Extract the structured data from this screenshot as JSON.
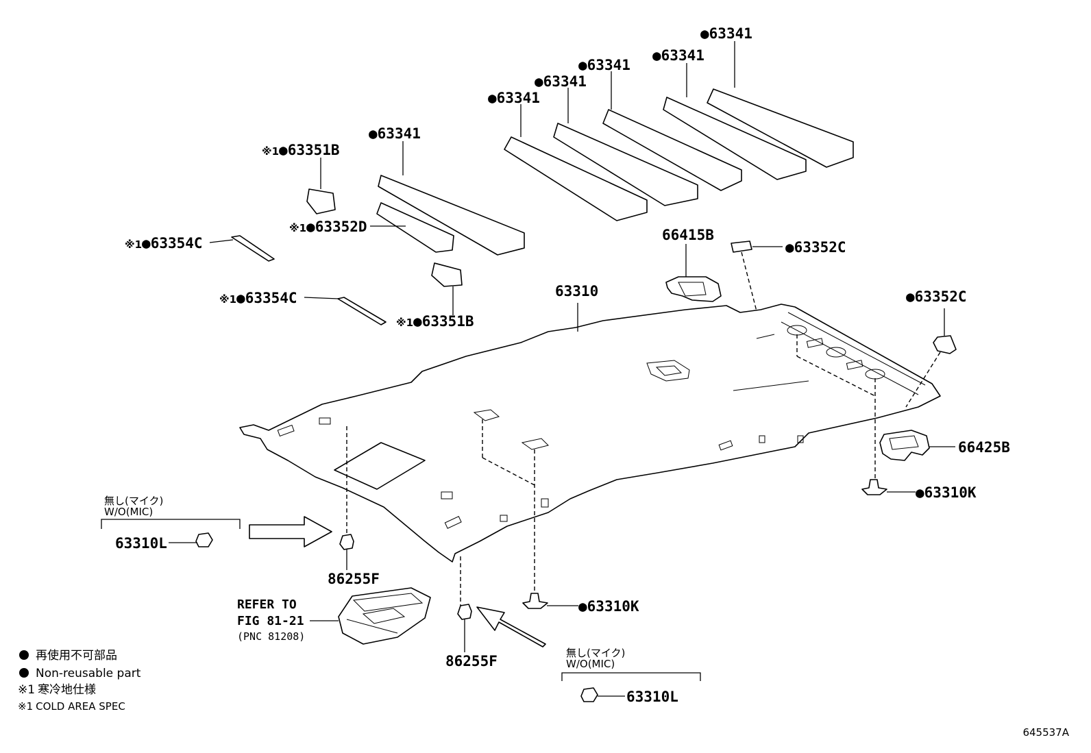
{
  "labels": {
    "p63341_a": "63341",
    "p63341_b": "63341",
    "p63341_c": "63341",
    "p63341_d": "63341",
    "p63341_e": "63341",
    "p63341_f": "63341",
    "p63351B_top": "63351B",
    "p63352D": "63352D",
    "p63354C_a": "63354C",
    "p63354C_b": "63354C",
    "p63351B_bottom": "63351B",
    "p66415B": "66415B",
    "p63352C_a": "63352C",
    "p63352C_b": "63352C",
    "p63310": "63310",
    "p66425B": "66425B",
    "p63310K_right": "63310K",
    "p63310K_center": "63310K",
    "p86255F_left": "86255F",
    "p86255F_center": "86255F",
    "p63310L_left": "63310L",
    "p63310L_right": "63310L",
    "mic_jp_left": "無し(マイク)",
    "mic_en_left": "W/O(MIC)",
    "mic_jp_right": "無し(マイク)",
    "mic_en_right": "W/O(MIC)",
    "refer_line1": "REFER TO",
    "refer_line2": "FIG 81-21",
    "refer_line3": "(PNC 81208)",
    "mark_cold": "※1",
    "mark_dot": "●"
  },
  "legend": {
    "line1": "再使用不可部品",
    "line2": "Non-reusable part",
    "line3_mark": "※1",
    "line3": "寒冷地仕様",
    "line4_mark": "※1",
    "line4": "COLD AREA SPEC"
  },
  "figure_id": "645537A"
}
